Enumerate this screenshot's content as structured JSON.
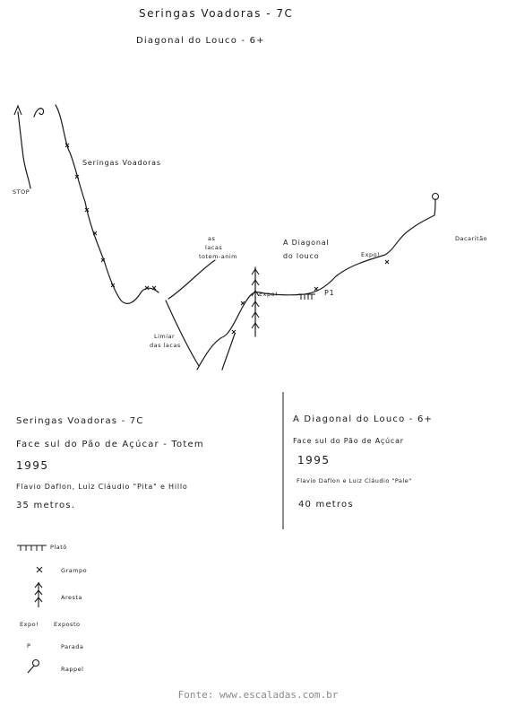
{
  "header": {
    "title": "Seringas Voadoras - 7C",
    "subtitle": "Diagonal do Louco - 6+"
  },
  "topo_labels": {
    "stop": "STOP",
    "seringas": "Seringas Voadoras",
    "as_lacas_1": "as",
    "as_lacas_2": "lacas",
    "as_lacas_3": "totem-anim",
    "diagonal_1": "A Diagonal",
    "diagonal_2": "do louco",
    "expo_1": "Expo!",
    "expo_2": "Expo!",
    "p1": "P1",
    "descritao": "Dacaritão",
    "limiar_1": "Limiar",
    "limiar_2": "das lacas"
  },
  "route_left": {
    "name": "Seringas Voadoras - 7C",
    "face": "Face sul do Pão de Açúcar - Totem",
    "year": "1995",
    "authors": "Flavio Daflon, Luiz Cláudio \"Pita\" e Hillo",
    "length": "35 metros."
  },
  "route_right": {
    "name": "A Diagonal do Louco - 6+",
    "face": "Face sul do Pão de Açúcar",
    "year": "1995",
    "authors": "Flavio Daflon e Luiz Cláudio \"Pale\"",
    "length": "40 metros"
  },
  "legend": [
    {
      "symbol": "platform-icon",
      "label": "Platô"
    },
    {
      "symbol": "bolt-icon",
      "label": "Grampo"
    },
    {
      "symbol": "arete-icon",
      "label": "Aresta"
    },
    {
      "symbol": "exposed-icon",
      "symbol_text": "Expo!",
      "label": "Exposto"
    },
    {
      "symbol": "belay-icon",
      "symbol_text": "P",
      "label": "Parada"
    },
    {
      "symbol": "rappel-icon",
      "label": "Rappel"
    }
  ],
  "footer": "Fonte: www.escaladas.com.br"
}
